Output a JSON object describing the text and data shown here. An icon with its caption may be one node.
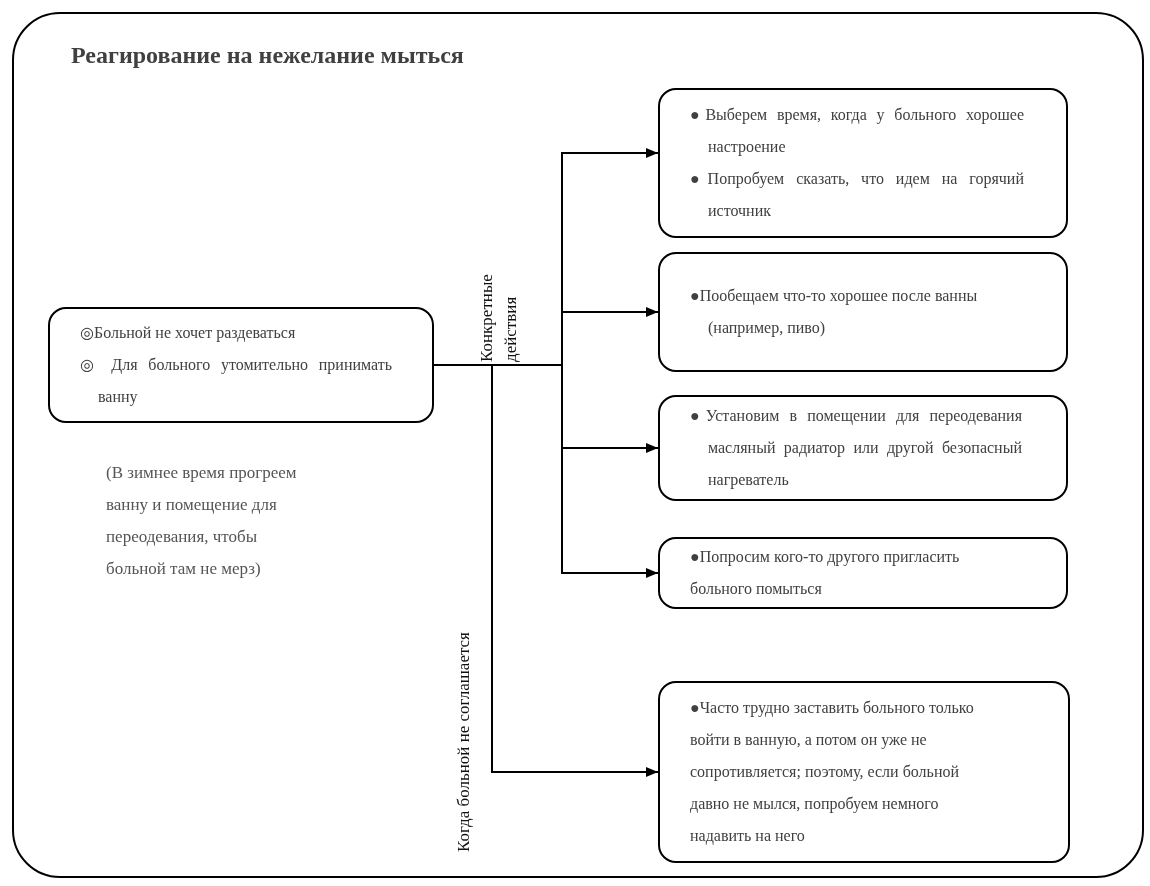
{
  "diagram": {
    "nodes": [
      {
        "text": [
          "Реагирование на нежелание мыться"
        ]
      },
      {
        "text": [
          "◎Больной не хочет раздеваться",
          "◎ Для больного утомительно принимать ванну"
        ],
        "in": 0
      },
      {
        "text": [
          "●Выберем время, когда у больного хорошее настроение",
          "●Попробуем сказать, что идем на горячий источник"
        ],
        "in": 0
      },
      {
        "text": [
          "●Пообещаем что-то хорошее после ванны (например, пиво)"
        ],
        "in": 0
      },
      {
        "text": [
          "●Установим в помещении для переодевания масляный радиатор или другой безопасный нагреватель"
        ],
        "in": 0
      },
      {
        "text": [
          "●Попросим кого-то другого пригласить больного помыться"
        ],
        "in": 0
      },
      {
        "text": [
          "●Часто трудно заставить больного только войти в ванную, а потом он уже не сопротивляется; поэтому, если больной давно не мылся, попробуем немного надавить на него"
        ],
        "in": 0
      }
    ],
    "edges": [
      {
        "from": 1,
        "to": 2,
        "arrow": "to",
        "label": "Конкретные действия"
      },
      {
        "from": 1,
        "to": 3,
        "arrow": "to"
      },
      {
        "from": 1,
        "to": 4,
        "arrow": "to"
      },
      {
        "from": 1,
        "to": 5,
        "arrow": "to"
      },
      {
        "from": 1,
        "to": 6,
        "arrow": "to",
        "label": "Когда больной не соглашается"
      }
    ],
    "labels": [
      "(В зимнее время прогреем ванну и помещение для переодевания, чтобы больной там не мерз)"
    ]
  }
}
